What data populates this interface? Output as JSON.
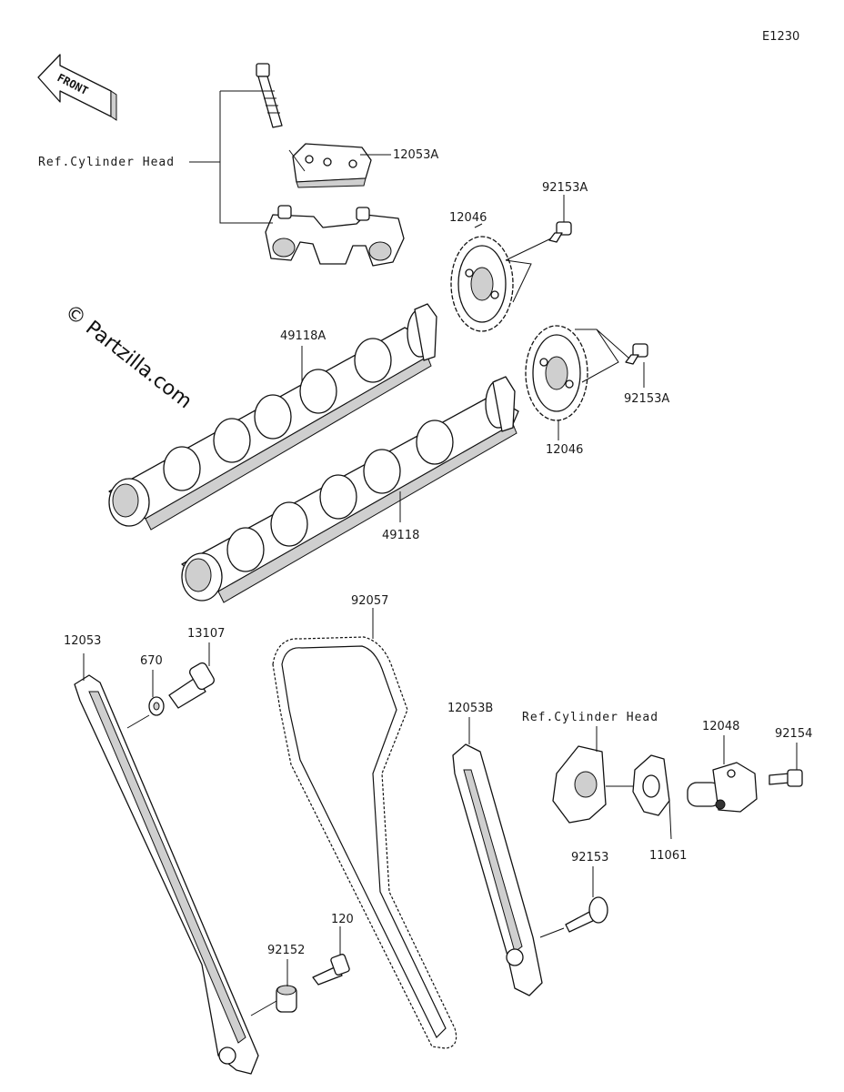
{
  "page_code": "E1230",
  "watermark": "© Partzilla.com",
  "front_label": "FRONT",
  "labels": {
    "ref_cylinder_head_top": "Ref.Cylinder Head",
    "ref_cylinder_head_bottom": "Ref.Cylinder Head",
    "p12053A": "12053A",
    "p92153A_top": "92153A",
    "p12046_top": "12046",
    "p49118A": "49118A",
    "p92153A_right": "92153A",
    "p12046_bottom": "12046",
    "p49118": "49118",
    "p92057": "92057",
    "p12053": "12053",
    "p670": "670",
    "p13107": "13107",
    "p12053B": "12053B",
    "p12048": "12048",
    "p92154": "92154",
    "p11061": "11061",
    "p92153": "92153",
    "p120": "120",
    "p92152": "92152"
  },
  "colors": {
    "line": "#111111",
    "shade": "#cfcfcf",
    "background": "#ffffff"
  },
  "icons": {
    "front_arrow": "front-arrow-icon"
  }
}
